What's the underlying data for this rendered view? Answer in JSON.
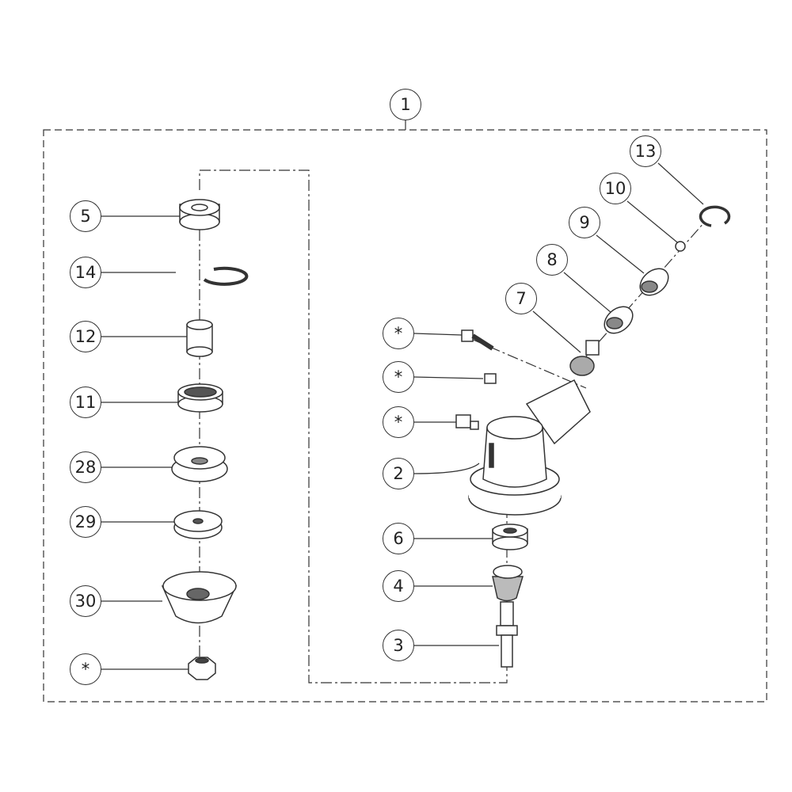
{
  "diagram": {
    "title_callout": "1",
    "left_callouts": [
      "5",
      "14",
      "12",
      "11",
      "28",
      "29",
      "30",
      "*"
    ],
    "right_callouts": [
      "13",
      "10",
      "9",
      "8",
      "7",
      "*",
      "*",
      "*",
      "2",
      "6",
      "4",
      "3"
    ],
    "line_color": "#333333"
  }
}
